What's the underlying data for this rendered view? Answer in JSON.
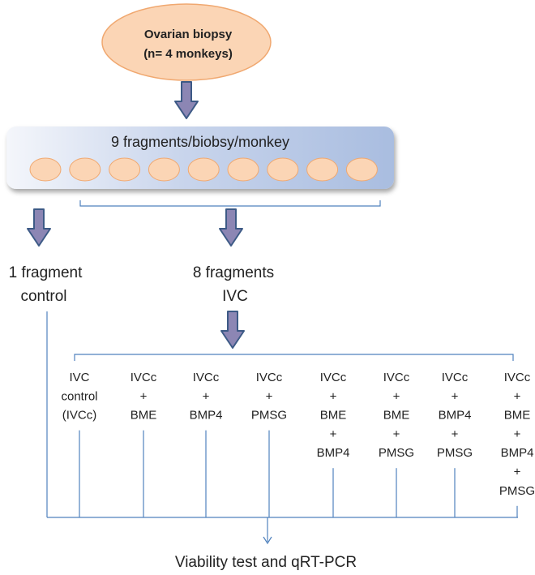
{
  "biopsy": {
    "line1": "Ovarian biopsy",
    "line2": "(n= 4 monkeys)"
  },
  "fragments_bar": {
    "label": "9 fragments/biobsy/monkey",
    "count": 9
  },
  "branches": {
    "control": {
      "line1": "1 fragment",
      "line2": "control"
    },
    "ivc": {
      "line1": "8 fragments",
      "line2": "IVC"
    }
  },
  "treatments": [
    {
      "lines": [
        "IVC",
        "control",
        "(IVCc)"
      ]
    },
    {
      "lines": [
        "IVCc",
        "+",
        "BME"
      ]
    },
    {
      "lines": [
        "IVCc",
        "+",
        "BMP4"
      ]
    },
    {
      "lines": [
        "IVCc",
        "+",
        "PMSG"
      ]
    },
    {
      "lines": [
        "IVCc",
        "+",
        "BME",
        "+",
        "BMP4"
      ]
    },
    {
      "lines": [
        "IVCc",
        "+",
        "BME",
        "+",
        "PMSG"
      ]
    },
    {
      "lines": [
        "IVCc",
        "+",
        "BMP4",
        "+",
        "PMSG"
      ]
    },
    {
      "lines": [
        "IVCc",
        "+",
        "BME",
        "+",
        "BMP4",
        "+",
        "PMSG"
      ]
    }
  ],
  "outcome": {
    "label": "Viability test and qRT-PCR"
  },
  "colors": {
    "ellipse_fill": "#fbd5b5",
    "ellipse_stroke": "#f0a870",
    "arrow_fill": "#8c86b4",
    "arrow_stroke": "#3d5a86",
    "line": "#4f81bd",
    "bar_light": "#f2f5fb",
    "bar_dark": "#a9bde0"
  }
}
